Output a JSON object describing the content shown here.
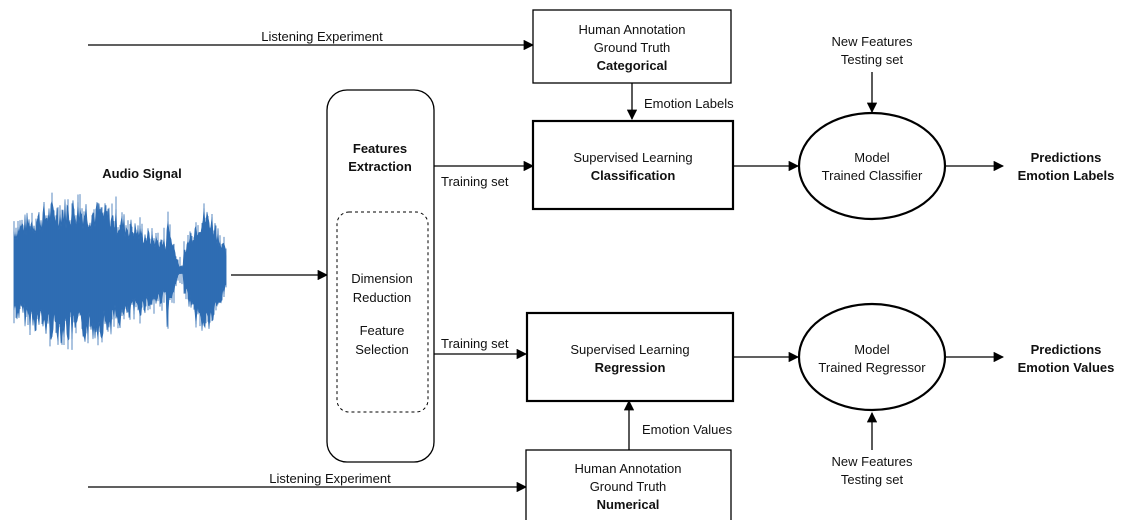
{
  "audio": {
    "label": "Audio Signal"
  },
  "extraction": {
    "title_lines": [
      "Features",
      "Extraction"
    ],
    "inner_lines": [
      "Dimension",
      "Reduction",
      "Feature",
      "Selection"
    ]
  },
  "top": {
    "listening": "Listening Experiment",
    "annotation_lines": [
      "Human Annotation",
      "Ground Truth"
    ],
    "annotation_kind": "Categorical",
    "emotion_edge": "Emotion Labels",
    "training_set": "Training set",
    "learning_title": "Supervised Learning",
    "learning_kind": "Classification",
    "features_lines": [
      "New Features",
      "Testing set"
    ],
    "model_lines": [
      "Model",
      "Trained Classifier"
    ],
    "prediction_lines": [
      "Predictions",
      "Emotion Labels"
    ]
  },
  "bottom": {
    "listening": "Listening Experiment",
    "annotation_lines": [
      "Human Annotation",
      "Ground Truth"
    ],
    "annotation_kind": "Numerical",
    "emotion_edge": "Emotion Values",
    "training_set": "Training set",
    "learning_title": "Supervised Learning",
    "learning_kind": "Regression",
    "features_lines": [
      "New Features",
      "Testing set"
    ],
    "model_lines": [
      "Model",
      "Trained Regressor"
    ],
    "prediction_lines": [
      "Predictions",
      "Emotion Values"
    ]
  },
  "colors": {
    "waveform": "#2f6db3",
    "stroke": "#000000"
  }
}
